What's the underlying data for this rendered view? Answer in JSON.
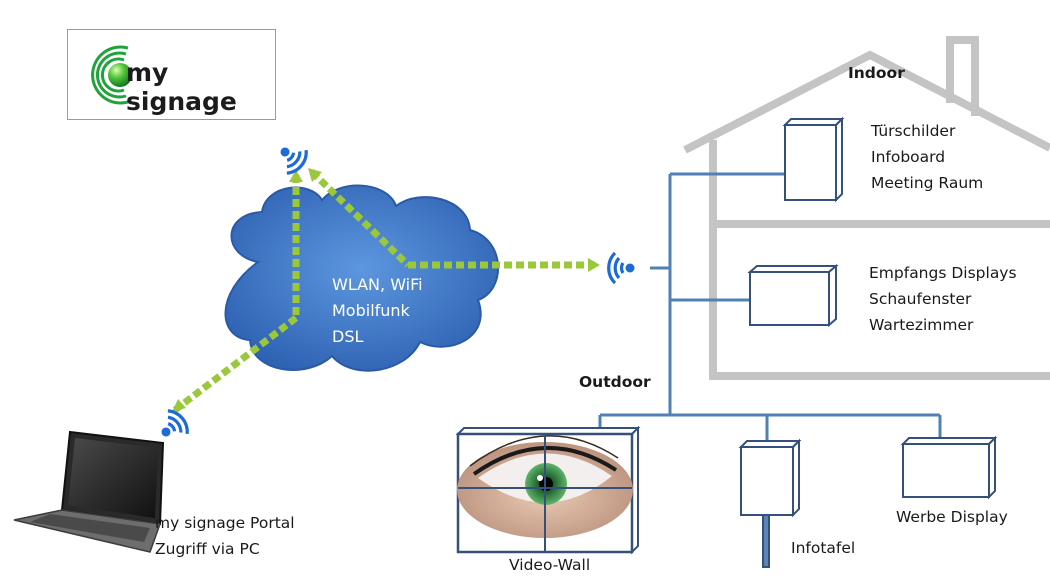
{
  "logo": {
    "text": "my signage",
    "accent": "#1fa33a"
  },
  "cloud": {
    "lines": [
      "WLAN, WiFi",
      "Mobilfunk",
      "DSL"
    ],
    "color": "#3f77c9"
  },
  "indoor": {
    "title": "Indoor",
    "group1": [
      "Türschilder",
      "Infoboard",
      "Meeting Raum"
    ],
    "group2": [
      "Empfangs Displays",
      "Schaufenster",
      "Wartezimmer"
    ]
  },
  "outdoor": {
    "title": "Outdoor",
    "video_wall": "Video-Wall",
    "infotafel": "Infotafel",
    "werbe_display": "Werbe Display"
  },
  "portal": {
    "lines": [
      "my signage Portal",
      "Zugriff via PC"
    ]
  },
  "colors": {
    "house": "#c4c4c4",
    "line": "#4f80b6",
    "display": "#35507a",
    "arrow": "#9ac83a",
    "wifi": "#1e6bd6"
  },
  "icons": [
    "wifi-icon",
    "laptop-icon",
    "eye-image"
  ]
}
